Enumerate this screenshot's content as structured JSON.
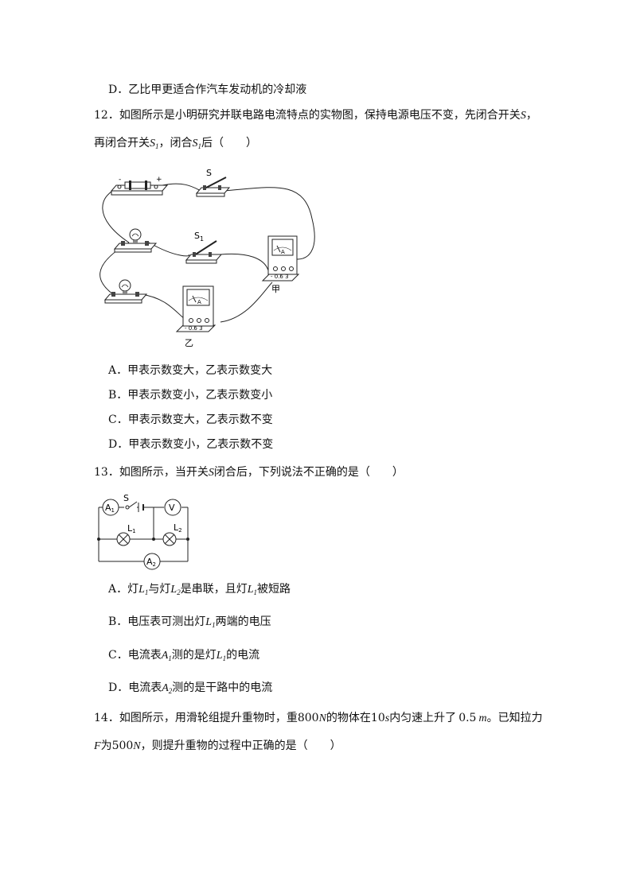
{
  "prev_option_d": "D．乙比甲更适合作汽车发动机的冷却液",
  "q12": {
    "line1_a": "12．如图所示是小明研究并联电路电流特点的实物图，保持电源电压不变，先闭合开关",
    "line1_var": "S",
    "line1_end": "，",
    "line2_a": "再闭合开关",
    "line2_var": "S",
    "line2_sub": "1",
    "line2_b": "，闭合",
    "line2_var2": "S",
    "line2_sub2": "1",
    "line2_c": "后（　　）",
    "figure": {
      "switch_s": "S",
      "switch_s1_main": "S",
      "switch_s1_sub": "1",
      "meter_jia": "甲",
      "meter_yi": "乙",
      "meter_letter": "A",
      "scale": "- 0.6 3",
      "minus": "-",
      "plus": "+"
    },
    "options": [
      "A．甲表示数变大，乙表示数变大",
      "B．甲表示数变小，乙表示数变小",
      "C．甲表示数变大，乙表示数不变",
      "D．甲表示数变小，乙表示数不变"
    ]
  },
  "q13": {
    "stem_a": "13．如图所示，当开关",
    "stem_var": "S",
    "stem_b": "闭合后，下列说法不正确的是（　　）",
    "figure": {
      "a1_main": "A",
      "a1_sub": "1",
      "a2_main": "A",
      "a2_sub": "2",
      "v": "V",
      "s": "S",
      "l1_main": "L",
      "l1_sub": "1",
      "l2_main": "L",
      "l2_sub": "2"
    },
    "opt_a": {
      "p1": "A．灯",
      "v1": "L",
      "s1": "1",
      "p2": "与灯",
      "v2": "L",
      "s2": "2",
      "p3": "是串联，且灯",
      "v3": "L",
      "s3": "1",
      "p4": "被短路"
    },
    "opt_b": {
      "p1": "B．电压表可测出灯",
      "v1": "L",
      "s1": "1",
      "p2": "两端的电压"
    },
    "opt_c": {
      "p1": "C．电流表",
      "v1": "A",
      "s1": "1",
      "p2": "测的是灯",
      "v2": "L",
      "s2": "1",
      "p3": "的电流"
    },
    "opt_d": {
      "p1": "D．电流表",
      "v1": "A",
      "s1": "2",
      "p2": "测的是干路中的电流"
    }
  },
  "q14": {
    "line1_a": "14．如图所示，用滑轮组提升重物时，重",
    "weight": "800",
    "unit_n": "N",
    "line1_b": "的物体在",
    "time": "10",
    "unit_s": "s",
    "line1_c": "内匀速上升了",
    "height": "0.5",
    "unit_m": "m",
    "line1_d": "。已知拉力",
    "line2_var": "F",
    "line2_a": "为",
    "force": "500",
    "unit_n2": "N",
    "line2_b": "，则提升重物的过程中正确的是（　　）"
  }
}
